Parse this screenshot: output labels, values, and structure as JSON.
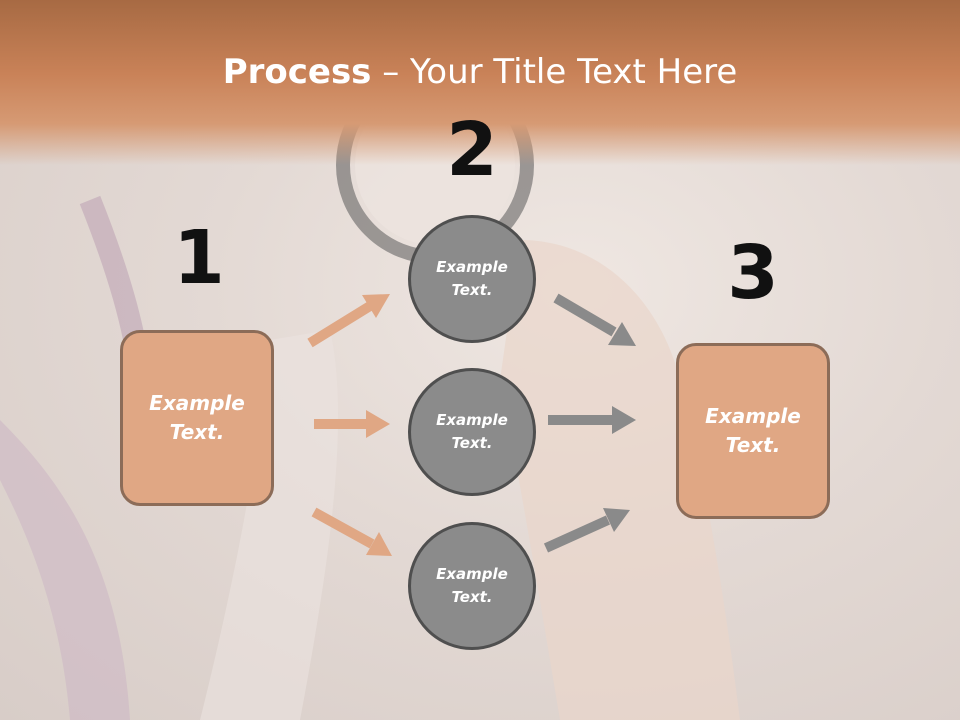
{
  "title": {
    "bold": "Process",
    "rest": " – Your Title Text Here"
  },
  "steps": {
    "one": "1",
    "two": "2",
    "three": "3"
  },
  "left_box": "Example\nText.",
  "circles": [
    "Example\nText.",
    "Example\nText.",
    "Example\nText."
  ],
  "right_box": "Example\nText.",
  "colors": {
    "header": "#c98258",
    "box_fill": "#e0a784",
    "circle_fill": "#8b8b8b",
    "arrow_left": "#e0a784",
    "arrow_right": "#8a8a8a"
  }
}
